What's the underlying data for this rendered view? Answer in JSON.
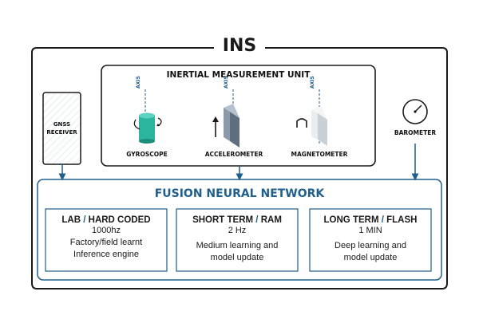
{
  "ins": {
    "title": "INS"
  },
  "imu": {
    "title": "INERTIAL MEASUREMENT UNIT",
    "axis_label": "AXIS",
    "gyroscope": "GYROSCOPE",
    "accelerometer": "ACCELEROMETER",
    "magnetometer": "MAGNETOMETER"
  },
  "gnss": {
    "label_line1": "GNSS",
    "label_line2": "RECEIVER"
  },
  "barometer": {
    "label": "BAROMETER"
  },
  "fusion": {
    "title": "FUSION NEURAL NETWORK",
    "boxes": [
      {
        "head_a": "LAB",
        "head_sep": " / ",
        "head_b": "HARD CODED",
        "line1": "1000hz",
        "line2": "Factory/field learnt",
        "line3": "Inference engine"
      },
      {
        "head_a": "SHORT TERM",
        "head_sep": " / ",
        "head_b": "RAM",
        "line1": "2 Hz",
        "line2": "Medium learning and",
        "line3": "model update"
      },
      {
        "head_a": "LONG TERM",
        "head_sep": " / ",
        "head_b": "FLASH",
        "line1": "1 MIN",
        "line2": "Deep learning and",
        "line3": "model update"
      }
    ]
  },
  "colors": {
    "accent": "#1f5f8b",
    "teal": "#2bb5a0",
    "steel": "#8a9aaa"
  }
}
